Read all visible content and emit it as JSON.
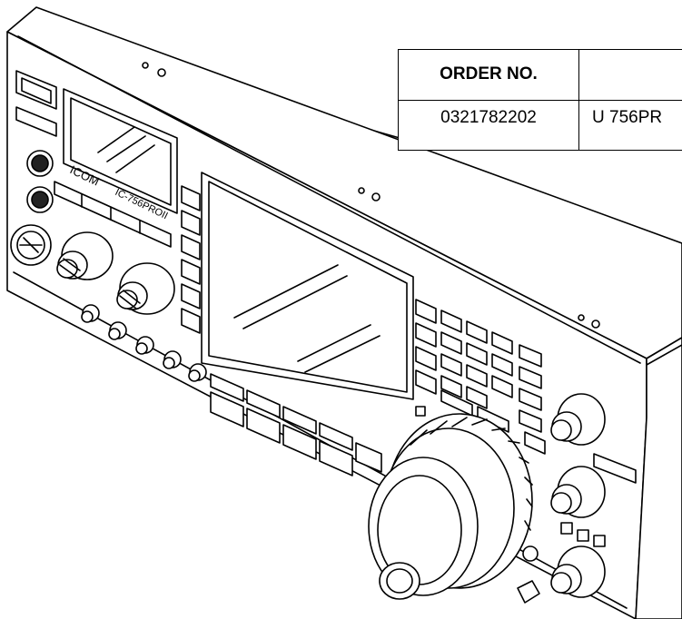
{
  "table": {
    "header_order_no": "ORDER NO.",
    "header_description": "",
    "order_no": "0321782202",
    "description": "U 756PR"
  },
  "radio": {
    "brand": "ICOM",
    "model": "IC-756PROII"
  },
  "colors": {
    "ink": "#000000",
    "paper": "#ffffff"
  }
}
